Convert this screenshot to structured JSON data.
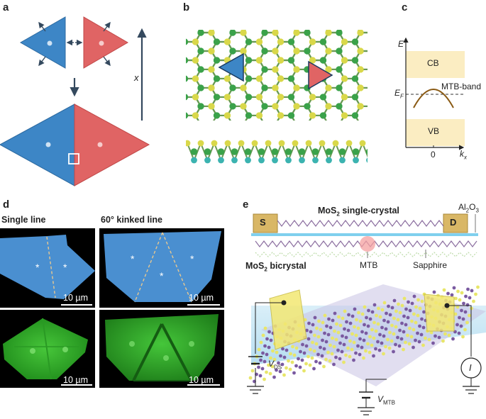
{
  "colors": {
    "blue": "#3d86c6",
    "red": "#e06464",
    "band": "#fbedc2",
    "mtb_curve": "#8a5a14",
    "arrow": "#34495e",
    "mo_green": "#3aa24a",
    "s_yellow": "#d9d84a",
    "s_teal": "#3bb3b0"
  },
  "panel_a": {
    "label": "a",
    "x_axis": "x"
  },
  "panel_b": {
    "label": "b"
  },
  "panel_c": {
    "label": "c",
    "y_axis": "E",
    "cb": "CB",
    "vb": "VB",
    "mtb_band": "MTB-band",
    "ef_main": "E",
    "ef_sub": "F",
    "k_main": "k",
    "k_sub": "x",
    "zero": "0"
  },
  "panel_d": {
    "label": "d",
    "single_line": "Single line",
    "kinked_line": "60° kinked line",
    "scale": "10 µm"
  },
  "panel_e": {
    "label": "e",
    "source": "S",
    "drain": "D",
    "single_crystal_main": "MoS",
    "single_crystal_sub": "2",
    "single_crystal_rest": " single-crystal",
    "al_main": "Al",
    "al_sub1": "2",
    "al_mid": "O",
    "al_sub2": "3",
    "bicrystal_main": "MoS",
    "bicrystal_sub": "2",
    "bicrystal_rest": " bicrystal",
    "mtb": "MTB",
    "sapphire": "Sapphire",
    "vds_main": "V",
    "vds_sub": "DS",
    "vmtb_main": "V",
    "vmtb_sub": "MTB",
    "current": "I"
  }
}
